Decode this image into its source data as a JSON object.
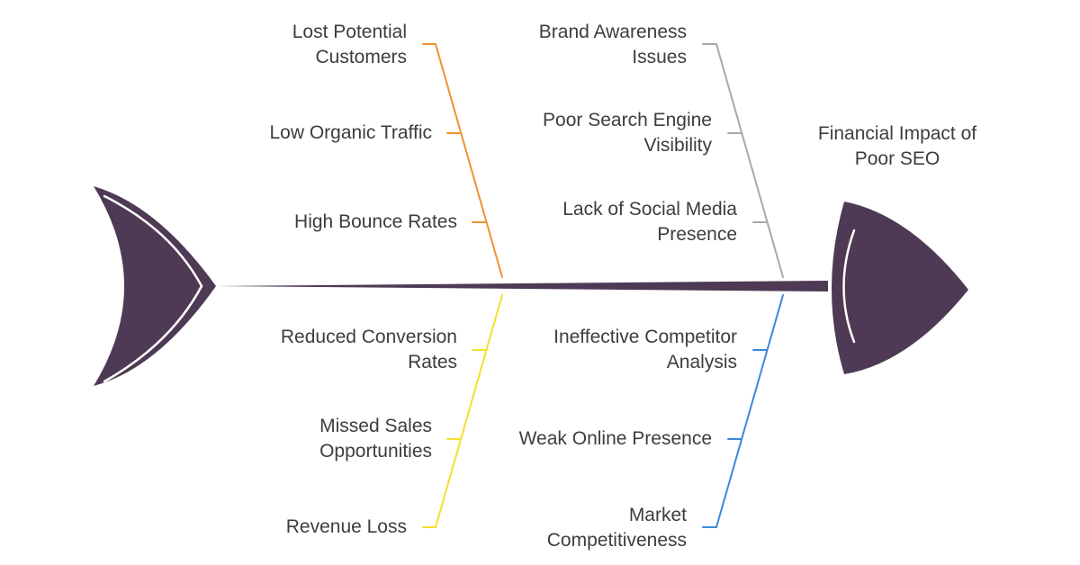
{
  "colors": {
    "fish": "#4e3a55",
    "branch_top_left": "#f0922e",
    "branch_top_right": "#a8a8a8",
    "branch_bottom_left": "#f5df2b",
    "branch_bottom_right": "#3d87dc"
  },
  "head_label": "Financial Impact of\nPoor SEO",
  "branches": {
    "top_left": [
      "Lost Potential\nCustomers",
      "Low Organic Traffic",
      "High Bounce Rates"
    ],
    "top_right": [
      "Brand Awareness\nIssues",
      "Poor Search Engine\nVisibility",
      "Lack of Social Media\nPresence"
    ],
    "bottom_left": [
      "Reduced Conversion\nRates",
      "Missed Sales\nOpportunities",
      "Revenue Loss"
    ],
    "bottom_right": [
      "Ineffective Competitor\nAnalysis",
      "Weak Online Presence",
      "Market\nCompetitiveness"
    ]
  }
}
